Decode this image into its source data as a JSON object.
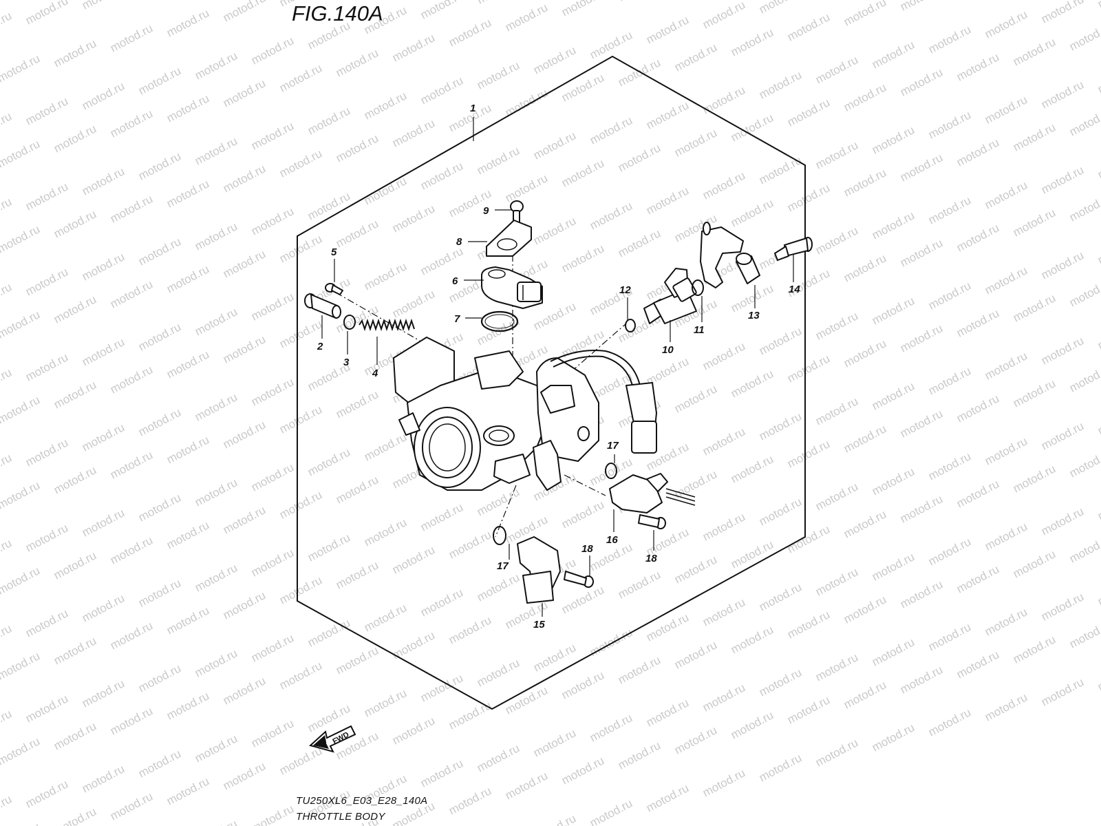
{
  "figure": {
    "title": "FIG.140A",
    "code": "TU250XL6_E03_E28_140A",
    "name": "THROTTLE BODY"
  },
  "watermark": "motod.ru",
  "direction_badge": "FWD",
  "callouts": {
    "c1": "1",
    "c2": "2",
    "c3": "3",
    "c4": "4",
    "c5": "5",
    "c6": "6",
    "c7": "7",
    "c8": "8",
    "c9": "9",
    "c10": "10",
    "c11": "11",
    "c12": "12",
    "c13": "13",
    "c14": "14",
    "c15": "15",
    "c16": "16",
    "c17a": "17",
    "c17b": "17",
    "c18a": "18",
    "c18b": "18"
  }
}
